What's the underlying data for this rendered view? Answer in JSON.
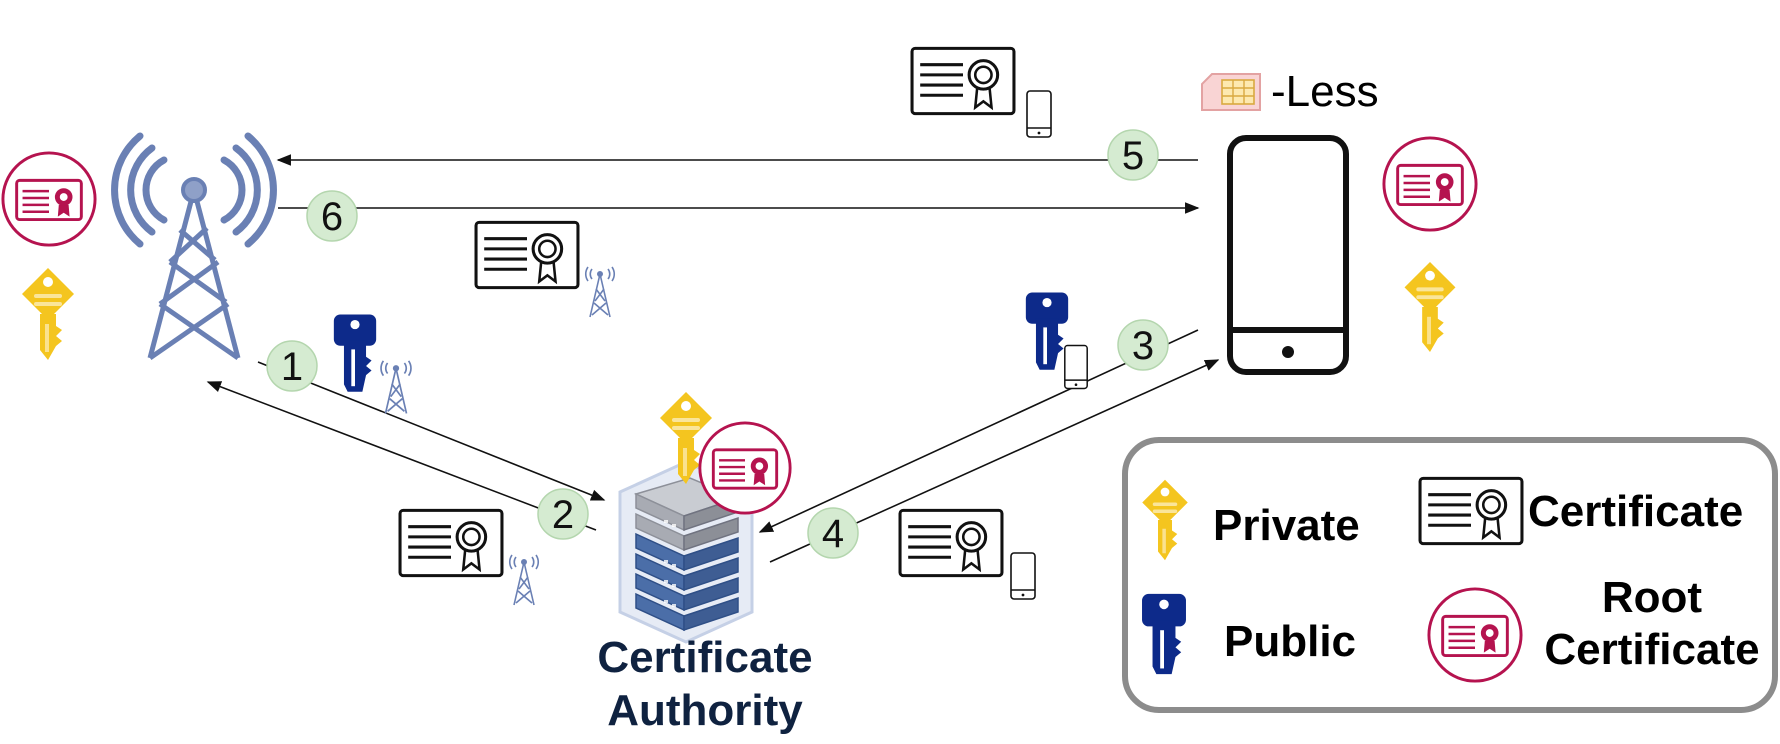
{
  "colors": {
    "tower": "#6a80b4",
    "private_key": "#f4c51f",
    "public_key": "#0d2a8a",
    "root_cert": "#b5134f",
    "step_circle": "#d5ebd1",
    "server_blue": "#4b6ea8"
  },
  "icons": [
    "cell-tower-icon",
    "smartphone-icon",
    "server-rack-icon",
    "sim-card-icon",
    "private-key-icon",
    "public-key-icon",
    "certificate-icon",
    "root-certificate-icon"
  ],
  "sim_label": "-Less",
  "ca_label": {
    "line1": "Certificate",
    "line2": "Authority"
  },
  "steps": [
    "1",
    "2",
    "3",
    "4",
    "5",
    "6"
  ],
  "legend": {
    "private": "Private",
    "public": "Public",
    "certificate": "Certificate",
    "root_line1": "Root",
    "root_line2": "Certificate"
  }
}
